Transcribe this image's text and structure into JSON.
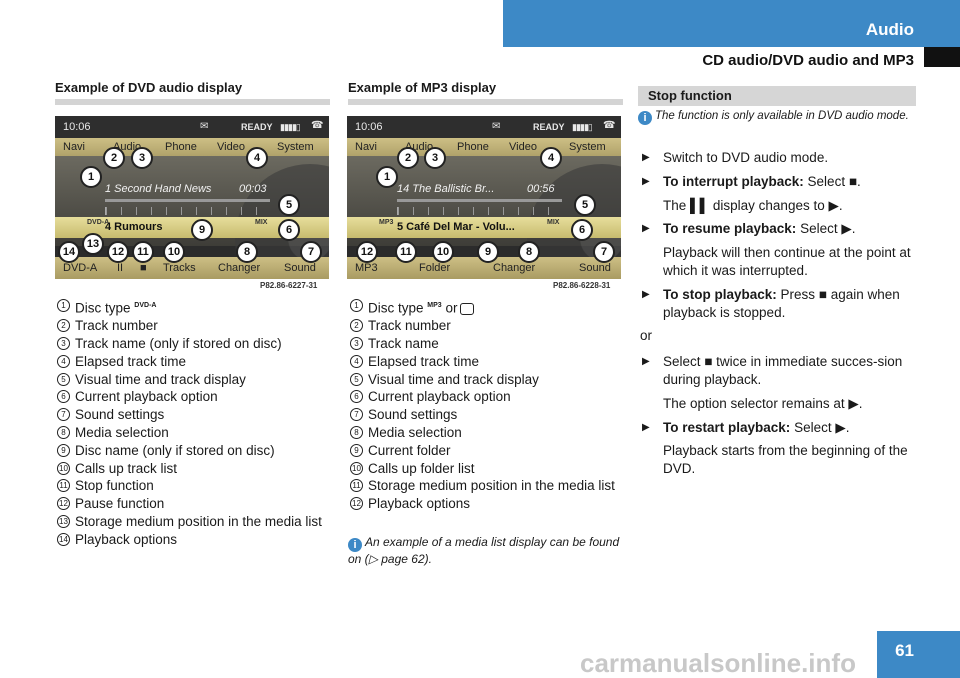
{
  "header": {
    "section": "Audio",
    "subsection": "CD audio/DVD audio and MP3"
  },
  "col1": {
    "title": "Example of DVD audio display",
    "screen": {
      "time": "10:06",
      "status": "READY",
      "menu": [
        "Navi",
        "Audio",
        "Phone",
        "Video",
        "System"
      ],
      "track": "1 Second Hand News",
      "elapsed": "00:03",
      "highlight": "4 Rumours",
      "tag_left": "DVD-A",
      "tag_right": "MIX",
      "bottom": [
        "DVD-A",
        "II",
        "■",
        "Tracks",
        "Changer",
        "Sound"
      ]
    },
    "caption": "P82.86-6227-31",
    "legend_first_pre": "Disc type",
    "legend_first_sup": "DVD-A",
    "legend": [
      "Track number",
      "Track name (only if stored on disc)",
      "Elapsed track time",
      "Visual time and track display",
      "Current playback option",
      "Sound settings",
      "Media selection",
      "Disc name (only if stored on disc)",
      "Calls up track list",
      "Stop function",
      "Pause function",
      "Storage medium position in the media list",
      "Playback options"
    ]
  },
  "col2": {
    "title": "Example of MP3 display",
    "screen": {
      "time": "10:06",
      "status": "READY",
      "menu": [
        "Navi",
        "Audio",
        "Phone",
        "Video",
        "System"
      ],
      "track": "14 The Ballistic Br...",
      "elapsed": "00:56",
      "highlight": "5 Café Del Mar - Volu...",
      "tag_left": "MP3",
      "tag_right": "MIX",
      "bottom": [
        "MP3",
        "Folder",
        "Changer",
        "Sound"
      ]
    },
    "caption": "P82.86-6228-31",
    "legend_first_pre": "Disc type",
    "legend_first_sup": "MP3",
    "legend_first_post": "or",
    "legend": [
      "Track number",
      "Track name",
      "Elapsed track time",
      "Visual time and track display",
      "Current playback option",
      "Sound settings",
      "Media selection",
      "Current folder",
      "Calls up folder list",
      "Storage medium position in the media list",
      "Playback options"
    ],
    "note": "An example of a media list display can be found on (▷ page 62)."
  },
  "col3": {
    "box_title": "Stop function",
    "note": "The function is only available in DVD audio mode.",
    "s1": "Switch to DVD audio mode.",
    "s2_bold": "To interrupt playback:",
    "s2": "Select ■.",
    "s2_sub": "The ▌▌ display changes to ▶.",
    "s3_bold": "To resume playback:",
    "s3": "Select ▶.",
    "s3_sub": "Playback will then continue at the point at which it was interrupted.",
    "s4_bold": "To stop playback:",
    "s4": "Press ■ again when playback is stopped.",
    "or": "or",
    "s5": "Select ■ twice in immediate succes-sion during playback.",
    "s5_sub": "The option selector remains at ▶.",
    "s6_bold": "To restart playback:",
    "s6": "Select ▶.",
    "s6_sub": "Playback starts from the beginning of the DVD."
  },
  "page_number": "61",
  "watermark": "carmanualsonline.info"
}
